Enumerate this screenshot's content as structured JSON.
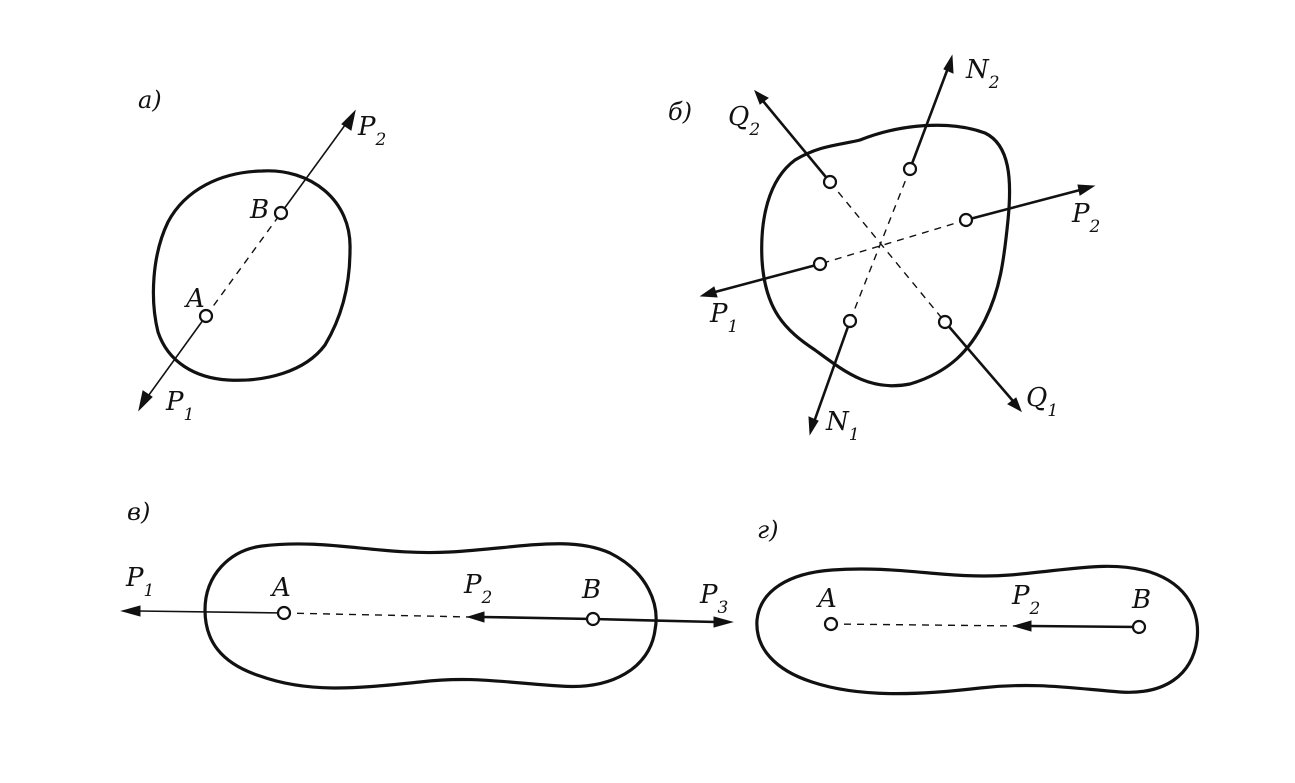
{
  "panels": {
    "a": {
      "tag": "а)",
      "points": {
        "A": "A",
        "B": "B"
      },
      "forces": {
        "P1": {
          "main": "P",
          "sub": "1"
        },
        "P2": {
          "main": "P",
          "sub": "2"
        }
      }
    },
    "b": {
      "tag": "б)",
      "forces": {
        "N2": {
          "main": "N",
          "sub": "2"
        },
        "N1": {
          "main": "N",
          "sub": "1"
        },
        "Q2": {
          "main": "Q",
          "sub": "2"
        },
        "Q1": {
          "main": "Q",
          "sub": "1"
        },
        "P2": {
          "main": "P",
          "sub": "2"
        },
        "P1": {
          "main": "P",
          "sub": "1"
        }
      }
    },
    "c": {
      "tag": "в)",
      "points": {
        "A": "A",
        "B": "B"
      },
      "forces": {
        "P1": {
          "main": "P",
          "sub": "1"
        },
        "P2": {
          "main": "P",
          "sub": "2"
        },
        "P3": {
          "main": "P",
          "sub": "3"
        }
      }
    },
    "d": {
      "tag": "г)",
      "points": {
        "A": "A",
        "B": "B"
      },
      "forces": {
        "P2": {
          "main": "P",
          "sub": "2"
        }
      }
    }
  }
}
